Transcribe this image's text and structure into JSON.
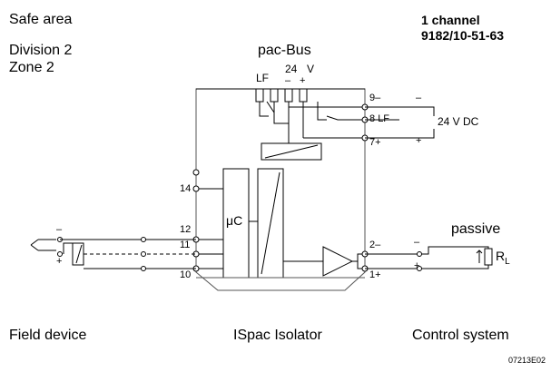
{
  "regions": {
    "safe_area": "Safe area",
    "division": "Division 2",
    "zone": "Zone 2"
  },
  "product": {
    "channels": "1 channel",
    "model": "9182/10-51-63"
  },
  "bus": {
    "name": "pac-Bus",
    "lf": "LF",
    "voltage": "24",
    "voltage_unit": "V",
    "minus": "–",
    "plus": "+"
  },
  "terminals": {
    "t9": "9",
    "t8": "8",
    "t7": "7",
    "t14": "14",
    "t12": "12",
    "t11": "11",
    "t10": "10",
    "t2": "2",
    "t1": "1"
  },
  "supply": {
    "lf": "LF",
    "voltage": "24 V DC"
  },
  "signs": {
    "minus": "–",
    "plus": "+"
  },
  "modules": {
    "microcontroller": "μC"
  },
  "output": {
    "mode": "passive",
    "load": "R",
    "load_sub": "L"
  },
  "footer": {
    "field": "Field device",
    "isolator": "ISpac Isolator",
    "control": "Control system",
    "drawing_id": "07213E02"
  }
}
